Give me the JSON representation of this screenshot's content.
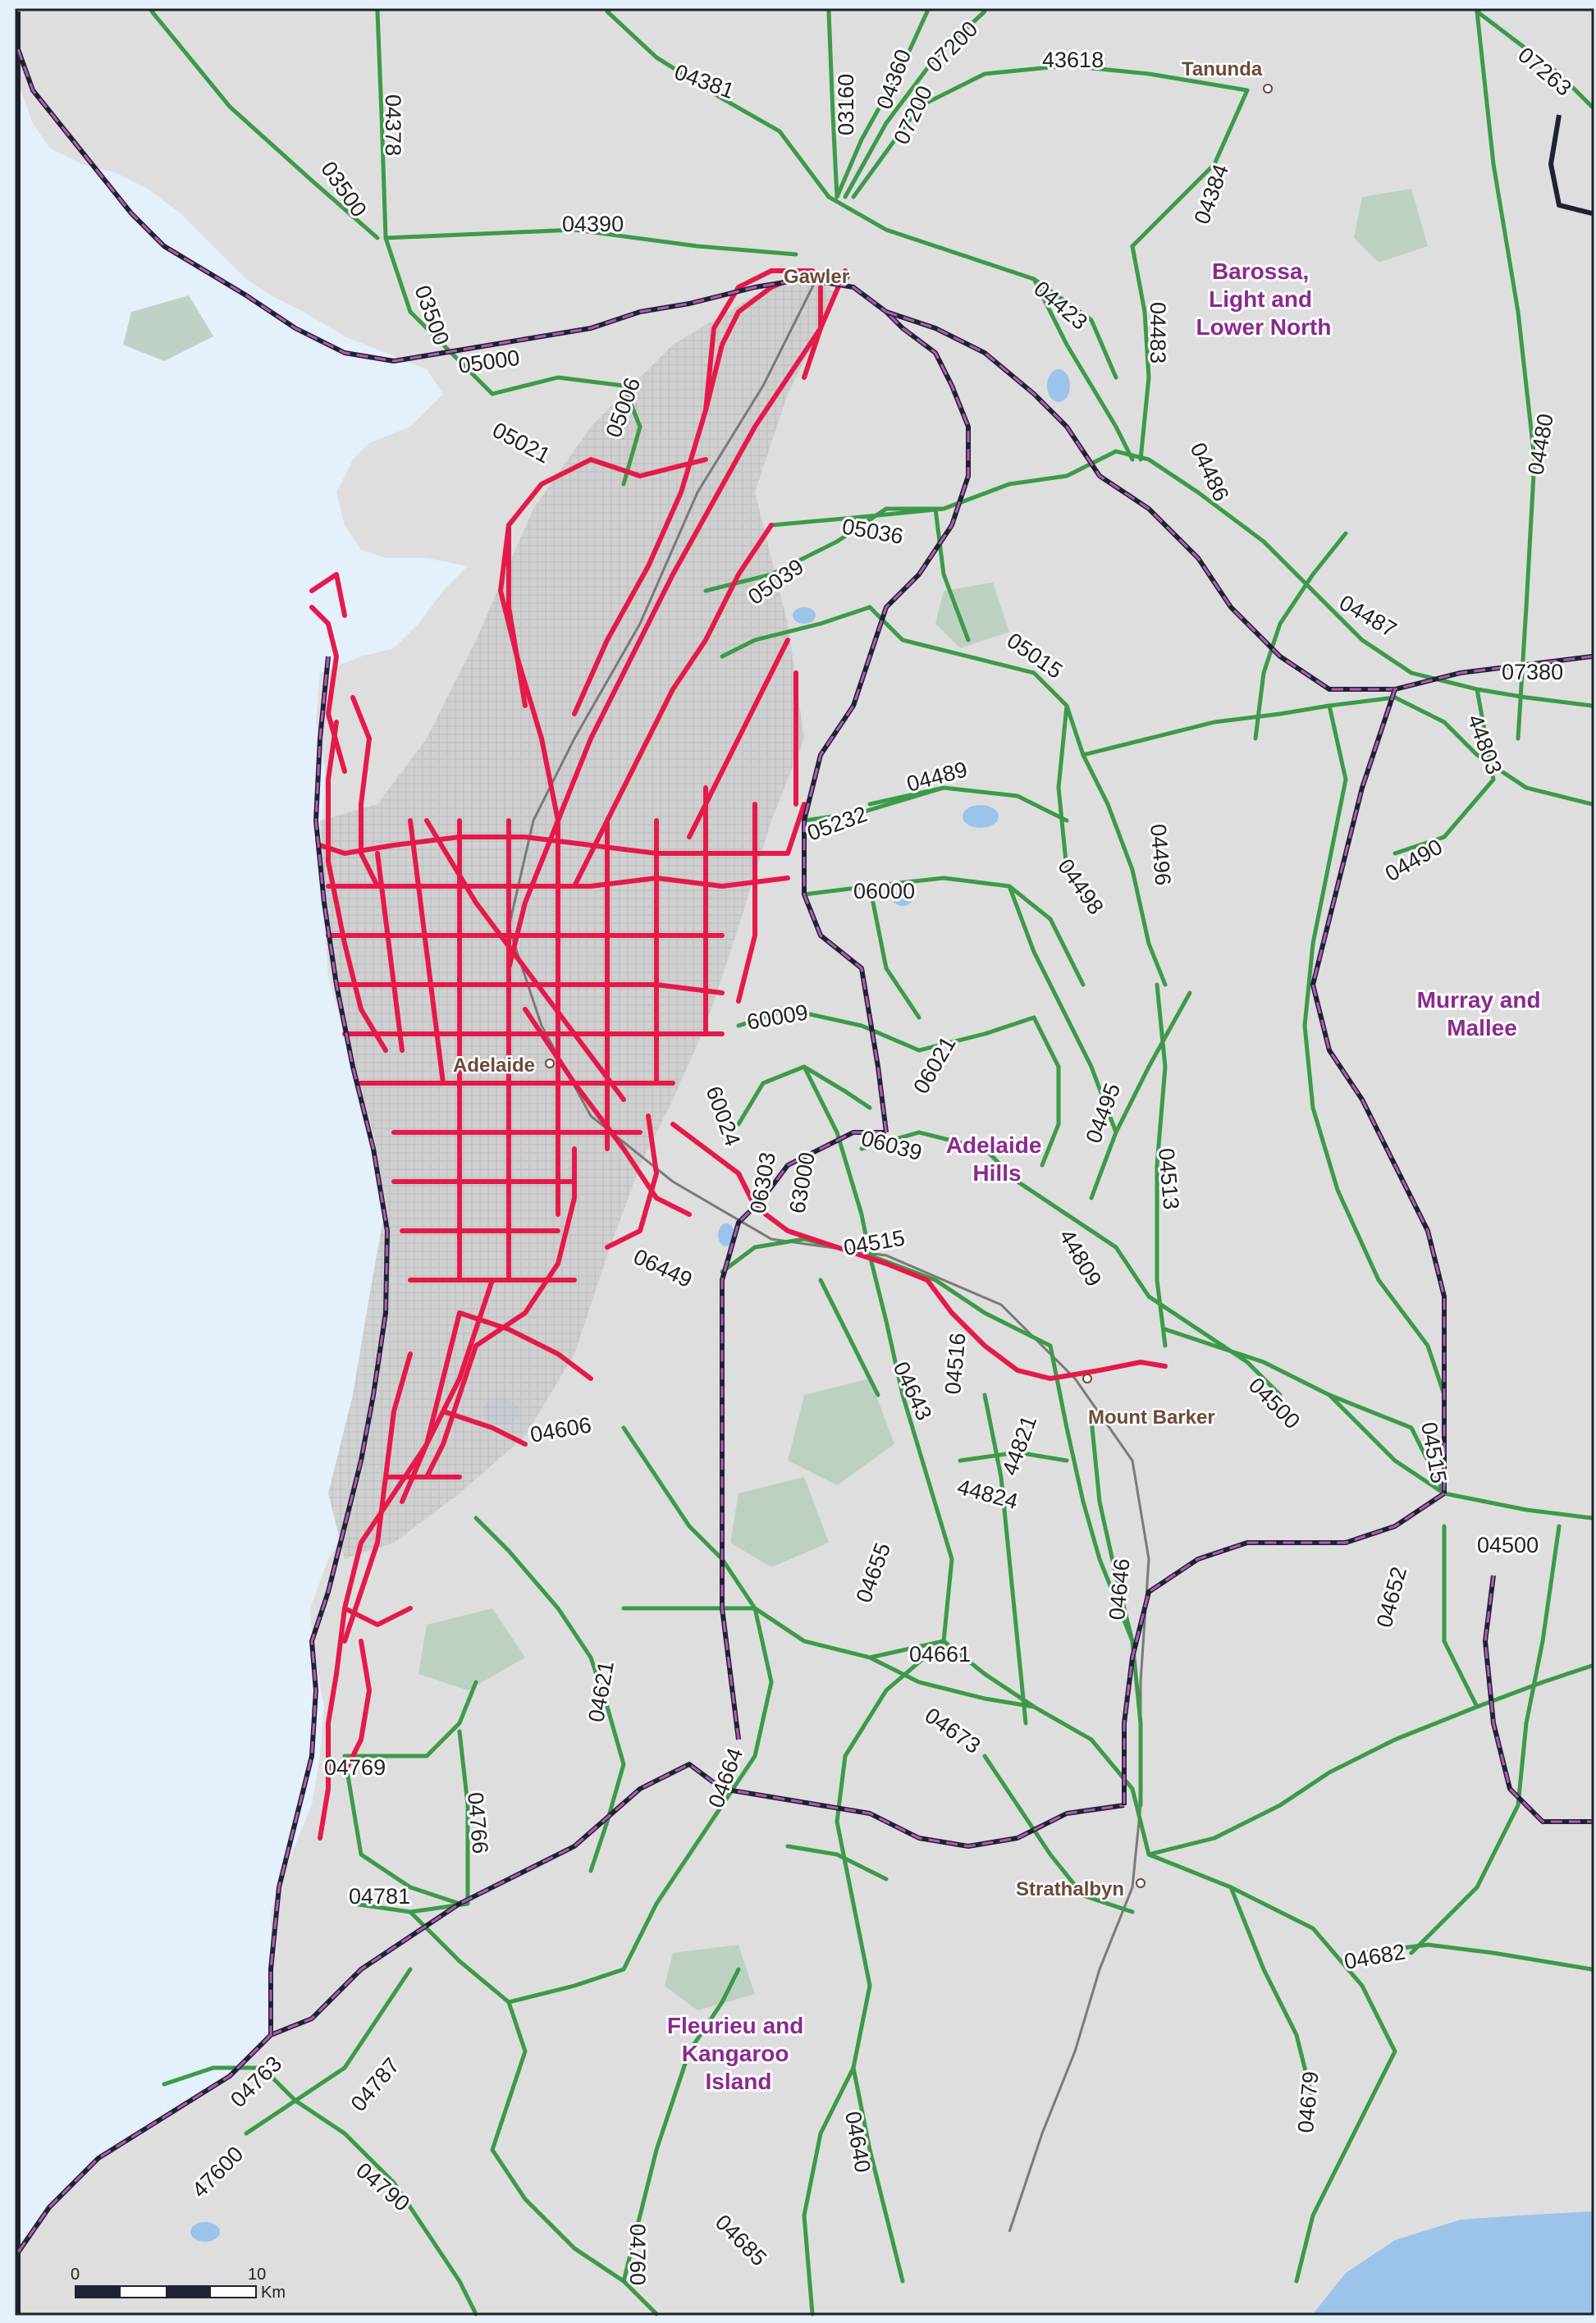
{
  "colors": {
    "sea": "#e4f0fb",
    "land": "#dedede",
    "park": "#b9cfbf",
    "water": "#9cc3ea",
    "arterial": "#e51a4a",
    "road": "#3d9a4a",
    "boundary_dark": "#1e2233",
    "boundary_dash": "#b45ab4",
    "urban": "#c9c9c9",
    "rail": "#7a7a7a"
  },
  "road_labels": [
    "03500",
    "04378",
    "04381",
    "03160",
    "04360",
    "07200",
    "07200",
    "43618",
    "07263",
    "04390",
    "04384",
    "03500",
    "05000",
    "05006",
    "05021",
    "04423",
    "04483",
    "04480",
    "05036",
    "04486",
    "05039",
    "04487",
    "05015",
    "07380",
    "44803",
    "04489",
    "05232",
    "04496",
    "04498",
    "04490",
    "06000",
    "60009",
    "06021",
    "04495",
    "60024",
    "06303",
    "63000",
    "06039",
    "04513",
    "04515",
    "44809",
    "06449",
    "04516",
    "04643",
    "44821",
    "04500",
    "04515",
    "04606",
    "44824",
    "04655",
    "04646",
    "04652",
    "04500",
    "04661",
    "04621",
    "04673",
    "04769",
    "04664",
    "04766",
    "04781",
    "04682",
    "04763",
    "04787",
    "04679",
    "04640",
    "47600",
    "04790",
    "04760",
    "04685"
  ],
  "town_labels": [
    "Tanunda",
    "Gawler",
    "Adelaide",
    "Mount Barker",
    "Strathalbyn"
  ],
  "region_labels": [
    {
      "lines": [
        "Barossa,",
        "Light and",
        "Lower North"
      ]
    },
    {
      "lines": [
        "Murray and",
        "Mallee"
      ]
    },
    {
      "lines": [
        "Adelaide",
        "Hills"
      ]
    },
    {
      "lines": [
        "Fleurieu and",
        "Kangaroo",
        "Island"
      ]
    }
  ],
  "scale_bar": {
    "start": "0",
    "end": "10",
    "unit": "Km"
  }
}
